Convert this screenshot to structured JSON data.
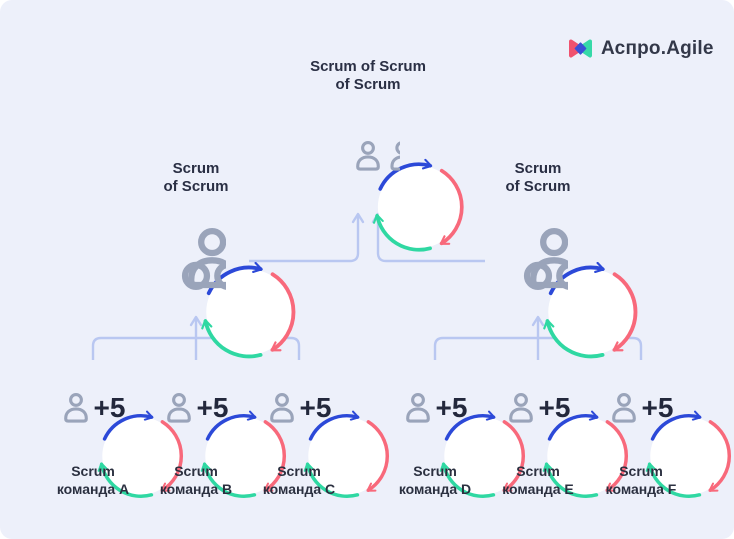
{
  "logo": {
    "brand": "Аспро.Agile"
  },
  "hierarchy": {
    "top": {
      "title_line1": "Scrum of Scrum",
      "title_line2": "of Scrum"
    },
    "left": {
      "title_line1": "Scrum",
      "title_line2": "of Scrum"
    },
    "right": {
      "title_line1": "Scrum",
      "title_line2": "of Scrum"
    }
  },
  "teams": [
    {
      "line1": "Scrum",
      "line2": "команда A",
      "extra_members": "+5"
    },
    {
      "line1": "Scrum",
      "line2": "команда B",
      "extra_members": "+5"
    },
    {
      "line1": "Scrum",
      "line2": "команда C",
      "extra_members": "+5"
    },
    {
      "line1": "Scrum",
      "line2": "команда D",
      "extra_members": "+5"
    },
    {
      "line1": "Scrum",
      "line2": "команда E",
      "extra_members": "+5"
    },
    {
      "line1": "Scrum",
      "line2": "команда F",
      "extra_members": "+5"
    }
  ],
  "colors": {
    "background": "#edf0fa",
    "arc_blue": "#2c49d8",
    "arc_pink": "#f8697b",
    "arc_teal": "#2fd8a2",
    "connector": "#b9c7f1",
    "person_icon": "#9aa4ba",
    "text": "#2a2f44",
    "logo_pink": "#f0526f",
    "logo_teal": "#36d9a8",
    "logo_blue": "#3a51d6"
  }
}
